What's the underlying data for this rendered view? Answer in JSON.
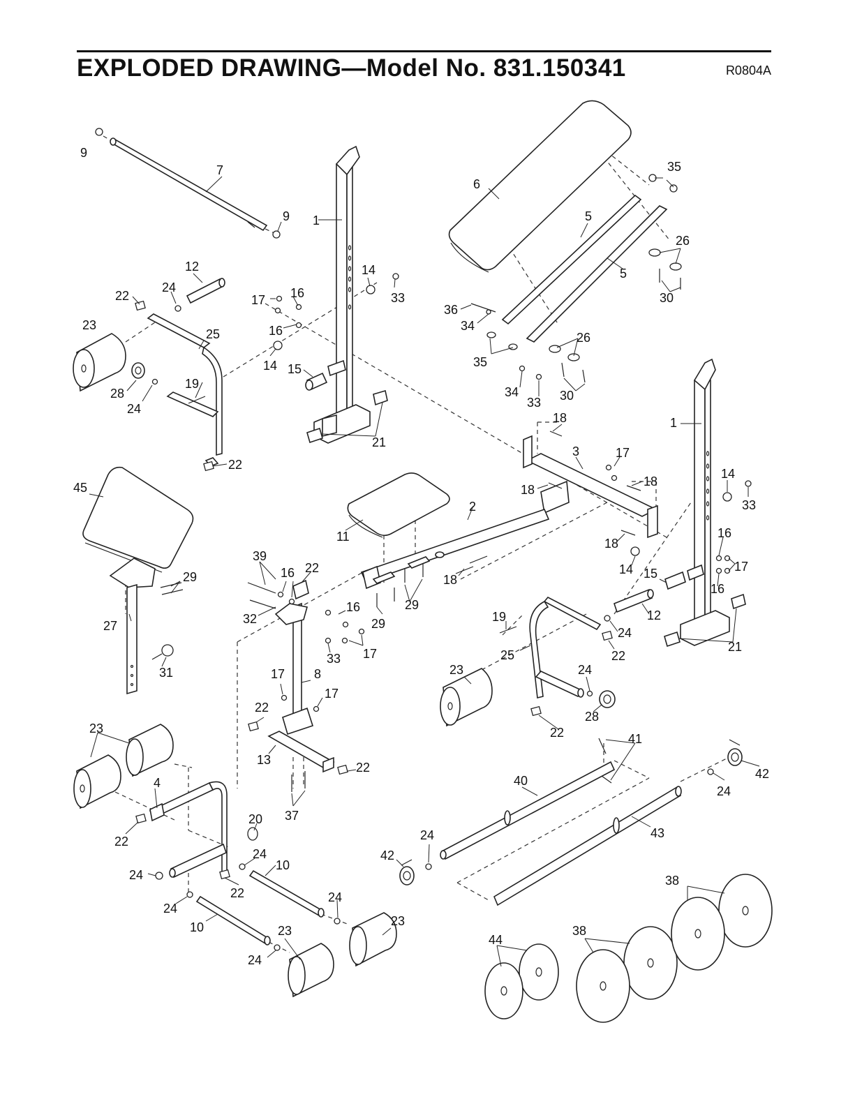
{
  "page": {
    "title": "EXPLODED DRAWING—Model No. 831.150341",
    "code": "R0804A"
  },
  "part_numbers": [
    "1",
    "2",
    "3",
    "4",
    "5",
    "6",
    "7",
    "8",
    "9",
    "10",
    "11",
    "12",
    "13",
    "14",
    "15",
    "16",
    "17",
    "18",
    "19",
    "20",
    "21",
    "22",
    "23",
    "24",
    "25",
    "26",
    "27",
    "28",
    "29",
    "30",
    "31",
    "32",
    "33",
    "34",
    "35",
    "36",
    "37",
    "38",
    "39",
    "40",
    "41",
    "42",
    "43",
    "44",
    "45"
  ]
}
